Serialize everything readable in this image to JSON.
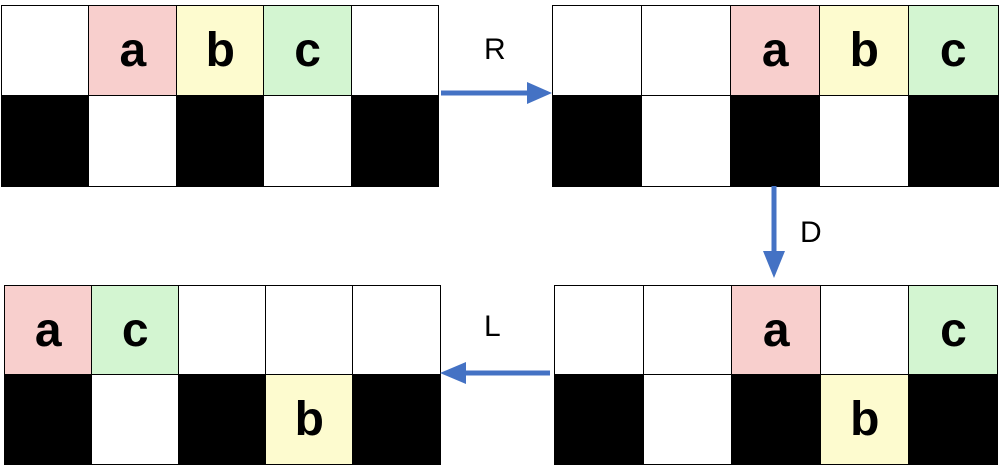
{
  "colors": {
    "white": "#ffffff",
    "black": "#000000",
    "a": "#f8cfcd",
    "b": "#fdfbcf",
    "c": "#d3f5d1",
    "arrow": "#4472c4"
  },
  "grids": [
    {
      "id": "grid-initial",
      "rows": [
        [
          {
            "fill": "white",
            "text": ""
          },
          {
            "fill": "a",
            "text": "a"
          },
          {
            "fill": "b",
            "text": "b"
          },
          {
            "fill": "c",
            "text": "c"
          },
          {
            "fill": "white",
            "text": ""
          }
        ],
        [
          {
            "fill": "black",
            "text": ""
          },
          {
            "fill": "white",
            "text": ""
          },
          {
            "fill": "black",
            "text": ""
          },
          {
            "fill": "white",
            "text": ""
          },
          {
            "fill": "black",
            "text": ""
          }
        ]
      ]
    },
    {
      "id": "grid-after-r",
      "rows": [
        [
          {
            "fill": "white",
            "text": ""
          },
          {
            "fill": "white",
            "text": ""
          },
          {
            "fill": "a",
            "text": "a"
          },
          {
            "fill": "b",
            "text": "b"
          },
          {
            "fill": "c",
            "text": "c"
          }
        ],
        [
          {
            "fill": "black",
            "text": ""
          },
          {
            "fill": "white",
            "text": ""
          },
          {
            "fill": "black",
            "text": ""
          },
          {
            "fill": "white",
            "text": ""
          },
          {
            "fill": "black",
            "text": ""
          }
        ]
      ]
    },
    {
      "id": "grid-after-d",
      "rows": [
        [
          {
            "fill": "white",
            "text": ""
          },
          {
            "fill": "white",
            "text": ""
          },
          {
            "fill": "a",
            "text": "a"
          },
          {
            "fill": "white",
            "text": ""
          },
          {
            "fill": "c",
            "text": "c"
          }
        ],
        [
          {
            "fill": "black",
            "text": ""
          },
          {
            "fill": "white",
            "text": ""
          },
          {
            "fill": "black",
            "text": ""
          },
          {
            "fill": "b",
            "text": "b"
          },
          {
            "fill": "black",
            "text": ""
          }
        ]
      ]
    },
    {
      "id": "grid-after-l",
      "rows": [
        [
          {
            "fill": "a",
            "text": "a"
          },
          {
            "fill": "c",
            "text": "c"
          },
          {
            "fill": "white",
            "text": ""
          },
          {
            "fill": "white",
            "text": ""
          },
          {
            "fill": "white",
            "text": ""
          }
        ],
        [
          {
            "fill": "black",
            "text": ""
          },
          {
            "fill": "white",
            "text": ""
          },
          {
            "fill": "black",
            "text": ""
          },
          {
            "fill": "b",
            "text": "b"
          },
          {
            "fill": "black",
            "text": ""
          }
        ]
      ]
    }
  ],
  "moves": {
    "right": "R",
    "down": "D",
    "left": "L"
  }
}
